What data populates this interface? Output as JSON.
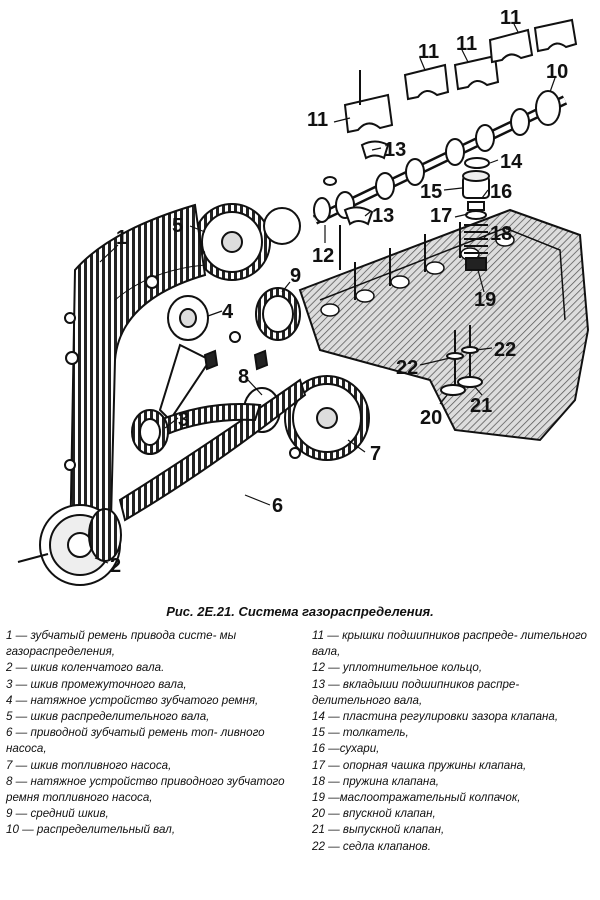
{
  "figure": {
    "callouts": [
      "1",
      "2",
      "3",
      "4",
      "5",
      "6",
      "7",
      "8",
      "9",
      "10",
      "11",
      "11",
      "11",
      "11",
      "12",
      "13",
      "13",
      "14",
      "15",
      "16",
      "17",
      "18",
      "19",
      "20",
      "21",
      "22",
      "22"
    ]
  },
  "caption": "Рис. 2Е.21. Система газораспределения.",
  "legend": {
    "left": [
      "1 — зубчатый ремень привода систе- мы газораспределения,",
      "2 — шкив коленчатого вала.",
      "3 — шкив промежуточного вала,",
      "4 — натяжное устройство зубчатого ремня,",
      "5 — шкив распределительного вала,",
      "6 — приводной зубчатый ремень топ- ливного насоса,",
      "7 — шкив топливного насоса,",
      "8 — натяжное устройство приводного зубчатого ремня топливного насоса,",
      "9 — средний шкив,",
      "10 — распределительный вал,"
    ],
    "right": [
      "11 — крышки подшипников распреде- лительного вала,",
      "12 — уплотнительное кольцо,",
      "13 — вкладыши подшипников распре- делительного вала,",
      "14 — пластина регулировки зазора клапана,",
      "15 — толкатель,",
      "16 —сухари,",
      "17 — опорная чашка пружины клапана,",
      "18 — пружина клапана,",
      "19 —маслоотражательный колпачок,",
      "20 — впускной клапан,",
      "21 — выпускной клапан,",
      "22 — седла клапанов."
    ]
  }
}
